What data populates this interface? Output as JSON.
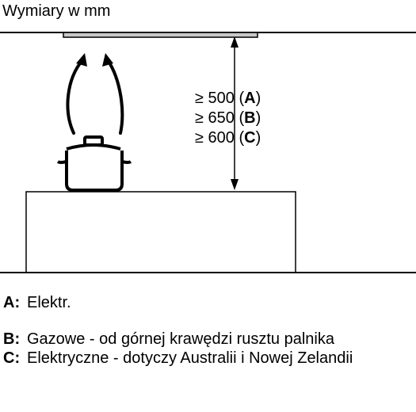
{
  "title": "Wymiary w mm",
  "dimensions": [
    {
      "prefix": "≥ 500 (",
      "letter": "A",
      "suffix": ")"
    },
    {
      "prefix": "≥ 650 (",
      "letter": "B",
      "suffix": ")"
    },
    {
      "prefix": "≥ 600 (",
      "letter": "C",
      "suffix": ")"
    }
  ],
  "legend": [
    {
      "key": "A:",
      "text": "Elektr."
    },
    {
      "key": "B:",
      "text": "Gazowe - od górnej krawędzi rusztu palnika"
    },
    {
      "key": "C:",
      "text": "Elektryczne - dotyczy Australii i Nowej Zelandii"
    }
  ],
  "colors": {
    "line": "#000000",
    "hood": "#c8c8c8"
  }
}
